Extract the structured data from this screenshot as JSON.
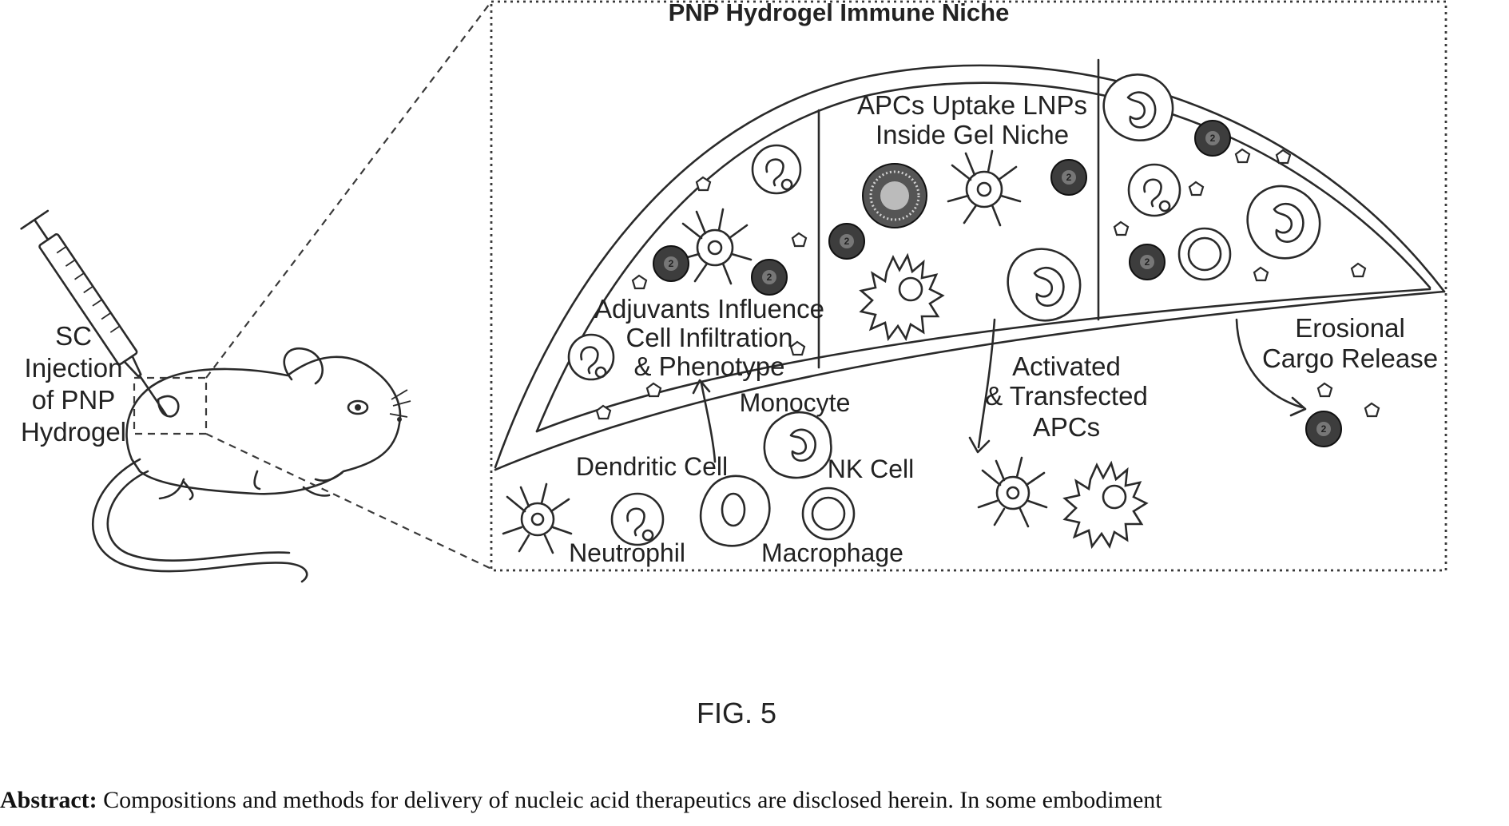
{
  "diagram": {
    "title": "PNP Hydrogel Immune Niche",
    "injection_label": [
      "SC",
      "Injection",
      "of PNP",
      "Hydrogel"
    ],
    "regions": {
      "influx": [
        "Adjuvants Influence",
        "Cell Infiltration",
        "& Phenotype"
      ],
      "uptake": [
        "APCs Uptake LNPs",
        "Inside Gel Niche"
      ],
      "activated": [
        "Activated",
        "& Transfected",
        "APCs"
      ],
      "release": [
        "Erosional",
        "Cargo Release"
      ]
    },
    "cells": {
      "dendritic": "Dendritic Cell",
      "monocyte": "Monocyte",
      "nk": "NK Cell",
      "neutrophil": "Neutrophil",
      "macrophage": "Macrophage"
    },
    "lnp_glyph": "2",
    "figure_label": "FIG. 5"
  },
  "abstract": {
    "label": "Abstract:",
    "text": "Compositions and methods for delivery of nucleic acid therapeutics are disclosed herein. In some embodiment"
  }
}
